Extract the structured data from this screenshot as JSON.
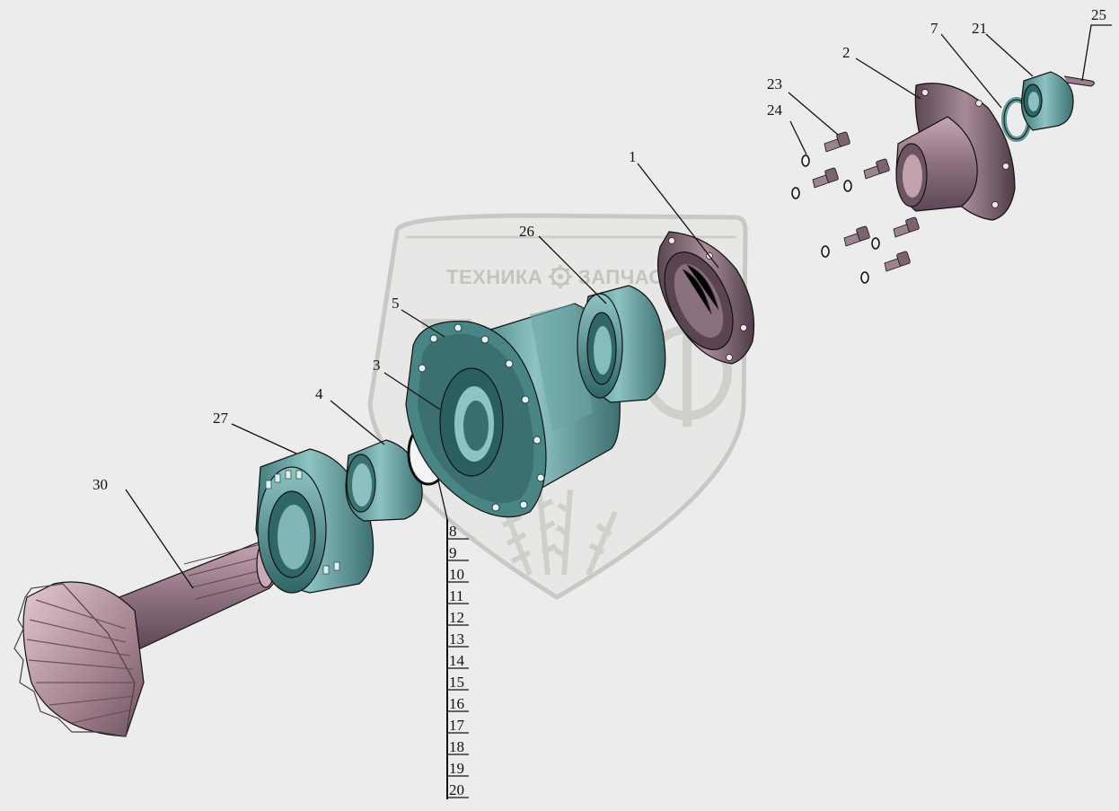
{
  "watermark": {
    "left_text": "ТЕХНИКА",
    "right_text": "ЗАПЧАС",
    "gear_icon": "gear-icon",
    "colors": {
      "line": "#c8c9c5",
      "text": "#c2c4c0",
      "fill": "#e6e7e4"
    }
  },
  "part_colors": {
    "steel_teal": "#4f8e8e",
    "steel_light": "#8fc2c2",
    "mauve": "#8a6f7c",
    "mauve_dark": "#5e4a55",
    "pink_gear": "#c9a8b4"
  },
  "callouts": {
    "1": "1",
    "2": "2",
    "3": "3",
    "4": "4",
    "5": "5",
    "7": "7",
    "21": "21",
    "23": "23",
    "24": "24",
    "25": "25",
    "26": "26",
    "27": "27",
    "30": "30"
  },
  "stack_labels": [
    "8",
    "9",
    "10",
    "11",
    "12",
    "13",
    "14",
    "15",
    "16",
    "17",
    "18",
    "19",
    "20"
  ]
}
